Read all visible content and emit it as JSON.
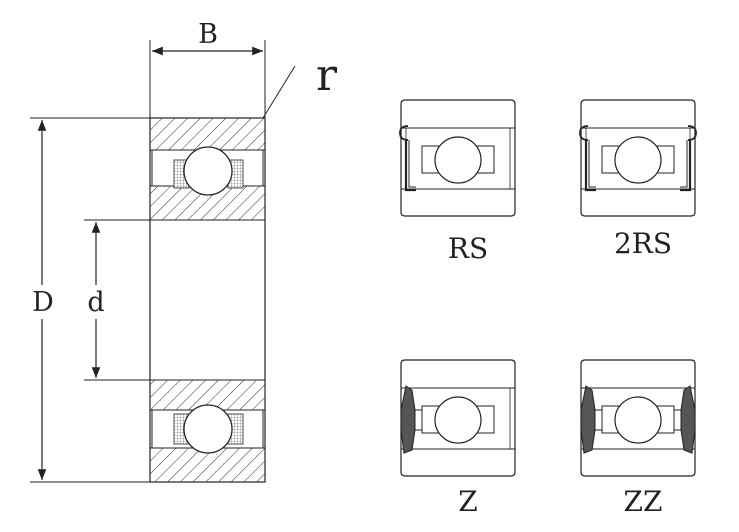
{
  "labels": {
    "width": "B",
    "radius": "r",
    "outer_diameter": "D",
    "inner_diameter": "d"
  },
  "variants": [
    {
      "code": "RS"
    },
    {
      "code": "2RS"
    },
    {
      "code": "Z"
    },
    {
      "code": "ZZ"
    }
  ],
  "colors": {
    "line": "#222222",
    "shield": "#555555"
  }
}
